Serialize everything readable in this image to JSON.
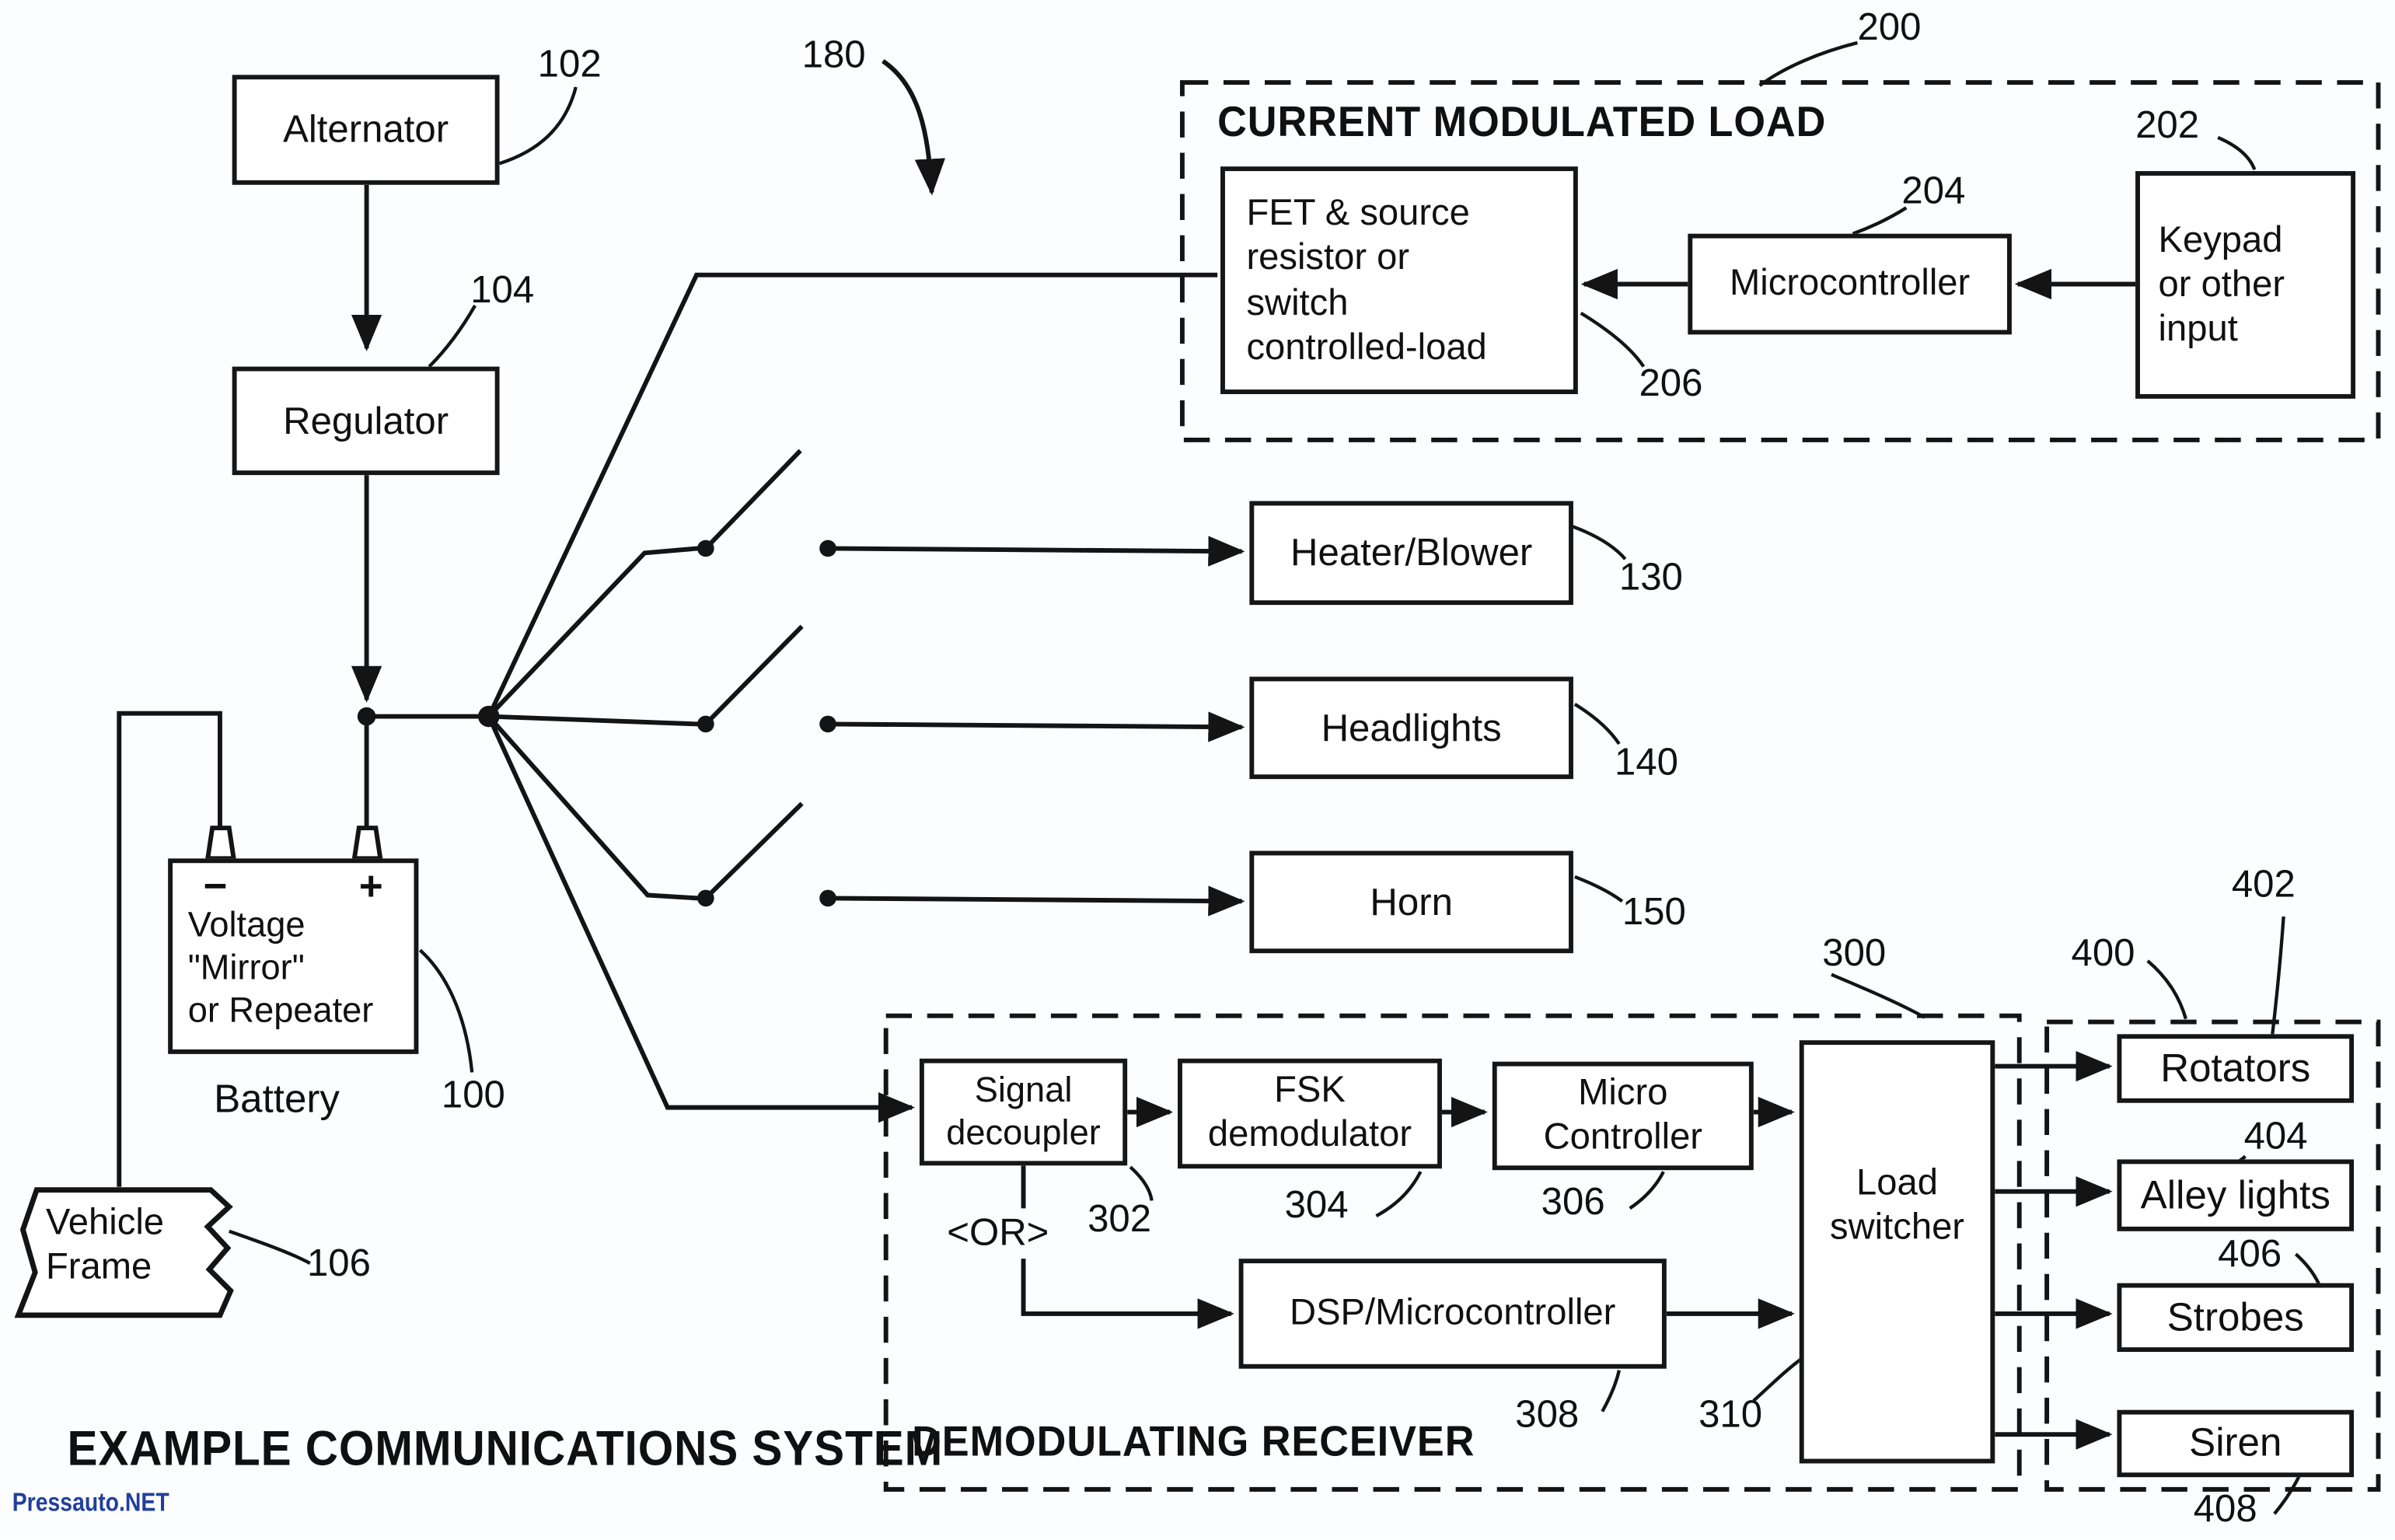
{
  "figure": {
    "caption": "EXAMPLE COMMUNICATIONS SYSTEM",
    "watermark": "Pressauto.NET",
    "system_ref": "180",
    "accent_color": "#22409a",
    "line_color": "#141414"
  },
  "power": {
    "alternator": {
      "label": "Alternator",
      "ref": "102"
    },
    "regulator": {
      "label": "Regulator",
      "ref": "104"
    },
    "battery": {
      "minus_sign": "−",
      "plus_sign": "+",
      "lines": [
        "Voltage",
        "\"Mirror\"",
        "or Repeater"
      ],
      "caption": "Battery",
      "ref": "100"
    },
    "vehicle_frame": {
      "lines": [
        "Vehicle",
        "Frame"
      ],
      "ref": "106"
    }
  },
  "loads": {
    "heater": {
      "label": "Heater/Blower",
      "ref": "130"
    },
    "headlights": {
      "label": "Headlights",
      "ref": "140"
    },
    "horn": {
      "label": "Horn",
      "ref": "150"
    }
  },
  "cml": {
    "title": "CURRENT MODULATED LOAD",
    "ref": "200",
    "fet": {
      "lines": [
        "FET & source",
        "resistor or",
        "switch",
        "controlled-load"
      ],
      "ref": "206"
    },
    "microcontroller": {
      "label": "Microcontroller",
      "ref": "204"
    },
    "keypad": {
      "lines": [
        "Keypad",
        "or other",
        "input"
      ],
      "ref": "202"
    }
  },
  "receiver": {
    "title": "DEMODULATING RECEIVER",
    "ref": "300",
    "signal_decoupler": {
      "lines": [
        "Signal",
        "decoupler"
      ],
      "ref": "302"
    },
    "or_label": "<OR>",
    "fsk": {
      "lines": [
        "FSK",
        "demodulator"
      ],
      "ref": "304"
    },
    "micro": {
      "lines": [
        "Micro",
        "Controller"
      ],
      "ref": "306"
    },
    "dsp": {
      "label": "DSP/Microcontroller",
      "ref": "308"
    },
    "load_switcher": {
      "lines": [
        "Load",
        "switcher"
      ],
      "ref": "310"
    }
  },
  "outputs": {
    "ref": "400",
    "rotators": {
      "label": "Rotators",
      "ref": "402"
    },
    "alley_lights": {
      "label": "Alley lights",
      "ref": "404"
    },
    "strobes": {
      "label": "Strobes",
      "ref": "406"
    },
    "siren": {
      "label": "Siren",
      "ref": "408"
    }
  }
}
